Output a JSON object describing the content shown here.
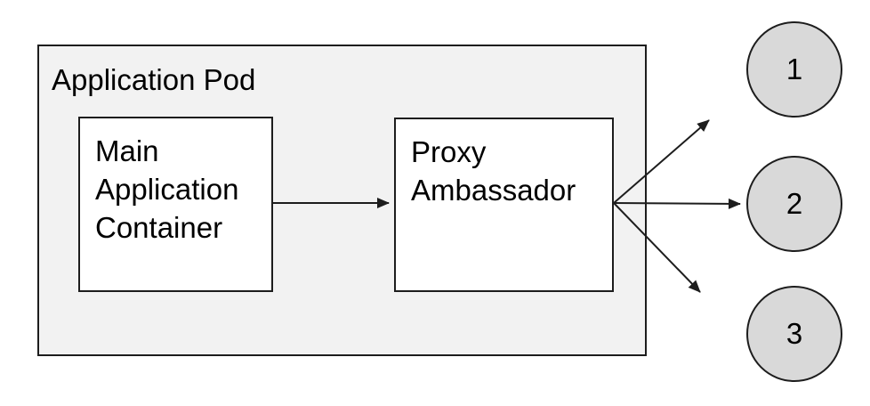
{
  "diagram": {
    "pod": {
      "label": "Application Pod"
    },
    "nodes": [
      {
        "id": "main-application-container",
        "label": "Main Application Container"
      },
      {
        "id": "proxy-ambassador",
        "label": "Proxy Ambassador"
      }
    ],
    "endpoints": [
      {
        "label": "1"
      },
      {
        "label": "2"
      },
      {
        "label": "3"
      }
    ],
    "colors": {
      "pod_fill": "#f2f2f2",
      "node_fill": "#ffffff",
      "endpoint_fill": "#d9d9d9",
      "stroke": "#1d1d1d",
      "text": "#000000",
      "page_background": "#ffffff"
    }
  }
}
